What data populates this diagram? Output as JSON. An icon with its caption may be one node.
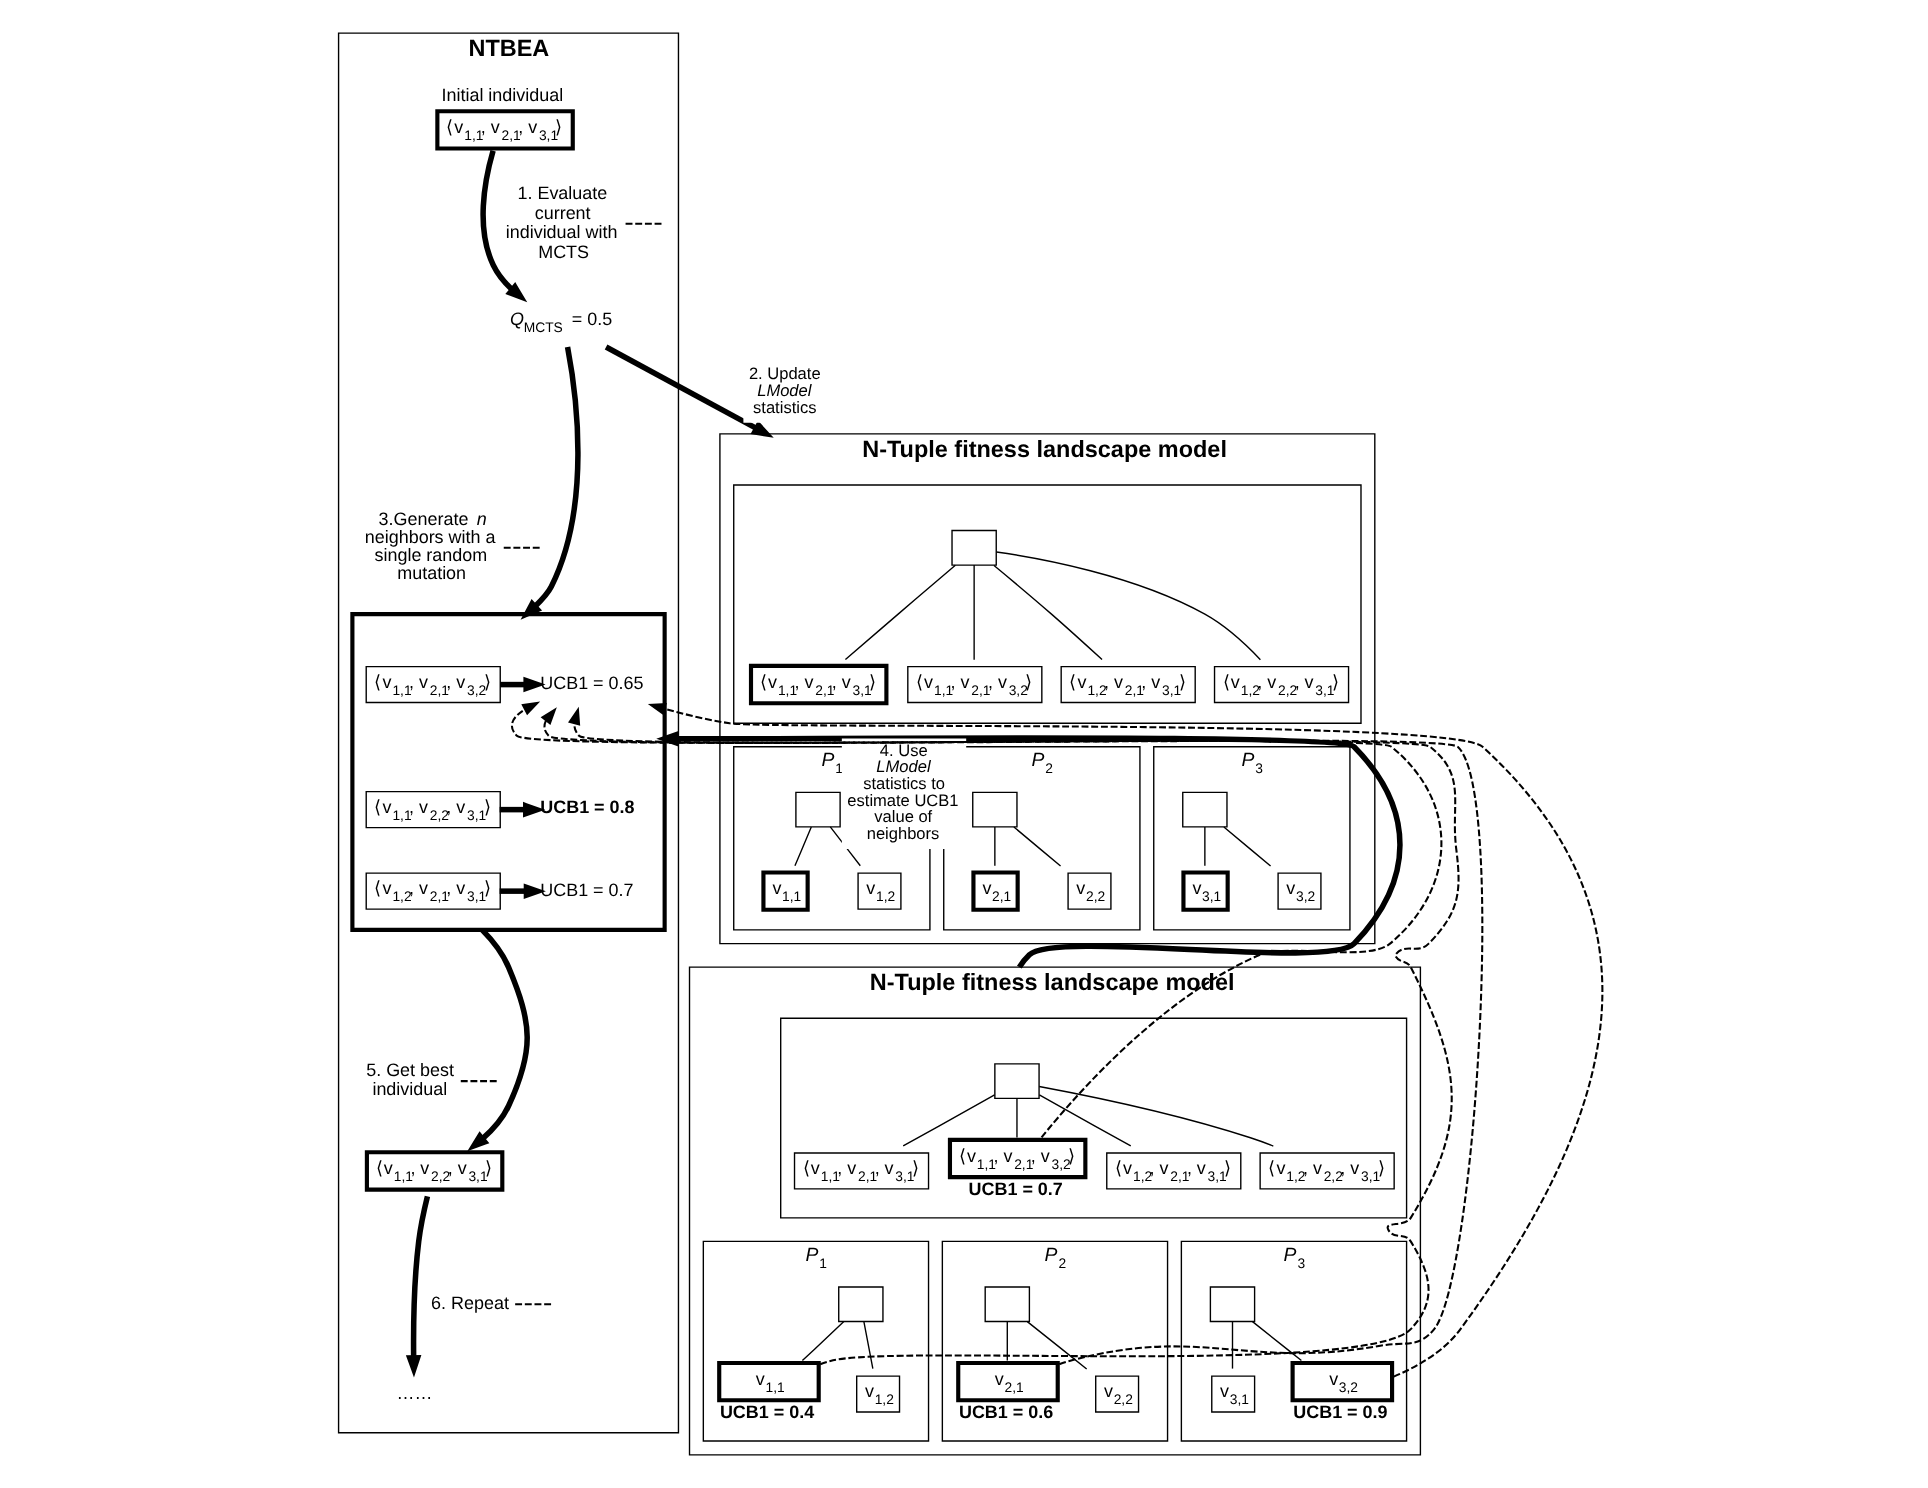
{
  "diagram": {
    "nodes": [
      {
        "text": [
          "NTBEA"
        ]
      },
      {
        "text": [
          "Initial individual",
          "⟨v$_{1,1}$, v$_{2,1}$, v$_{3,1}$⟩"
        ],
        "in": 0
      },
      {
        "text": [
          "1. Evaluate current individual with MCTS"
        ],
        "in": 0
      },
      {
        "text": [
          "*Q*$_{MCTS}$ = 0.5"
        ],
        "in": 0
      },
      {
        "text": [
          "3.Generate *n* neighbors with a single random mutation"
        ],
        "in": 0
      },
      {
        "text": [],
        "shape": "box",
        "in": 0
      },
      {
        "text": [
          "⟨v$_{1,1}$, v$_{2,1}$, v$_{3,2}$⟩"
        ],
        "in": 5
      },
      {
        "text": [
          "UCB1 = 0.65"
        ],
        "in": 5
      },
      {
        "text": [
          "⟨v$_{1,1}$, v$_{2,2}$, v$_{3,1}$⟩"
        ],
        "in": 5
      },
      {
        "text": [
          "UCB1 = 0.8"
        ],
        "in": 5
      },
      {
        "text": [
          "⟨v$_{1,2}$, v$_{2,1}$, v$_{3,1}$⟩"
        ],
        "in": 5
      },
      {
        "text": [
          "UCB1 = 0.7"
        ],
        "in": 5
      },
      {
        "text": [
          "5. Get best individual"
        ],
        "in": 0
      },
      {
        "text": [
          "⟨v$_{1,1}$, v$_{2,2}$, v$_{3,1}$⟩"
        ],
        "in": 0
      },
      {
        "text": [
          "6. Repeat"
        ],
        "in": 0
      },
      {
        "text": [
          "……"
        ],
        "in": 0
      },
      {
        "text": [
          "N-Tuple fitness landscape model"
        ]
      },
      {
        "text": [],
        "shape": "box",
        "in": 16
      },
      {
        "text": [],
        "shape": "box",
        "in": 17
      },
      {
        "text": [
          "⟨v$_{1,1}$, v$_{2,1}$, v$_{3,1}$⟩"
        ],
        "in": 17
      },
      {
        "text": [
          "⟨v$_{1,2}$, v$_{2,2}$, v$_{3,1}$⟩"
        ],
        "in": 17
      },
      {
        "text": [
          "⟨v$_{1,1}$, v$_{2,1}$, v$_{3,2}$⟩"
        ],
        "in": 17
      },
      {
        "text": [
          "⟨v$_{1,2}$, v$_{2,1}$, v$_{3,1}$⟩"
        ],
        "in": 17
      },
      {
        "text": [
          "*P*$_{1}$"
        ],
        "in": 16
      },
      {
        "text": [],
        "shape": "box",
        "in": 23
      },
      {
        "text": [
          "v$_{1,1}$"
        ],
        "in": 23
      },
      {
        "text": [
          "v$_{1,2}$"
        ],
        "in": 23
      },
      {
        "text": [
          "*P*$_{2}$"
        ],
        "in": 16
      },
      {
        "text": [],
        "shape": "box",
        "in": 27
      },
      {
        "text": [
          "v$_{2,1}$"
        ],
        "in": 27
      },
      {
        "text": [
          "v$_{2,2}$"
        ],
        "in": 27
      },
      {
        "text": [
          "*P*$_{3}$"
        ],
        "in": 16
      },
      {
        "text": [],
        "shape": "box",
        "in": 31
      },
      {
        "text": [
          "v$_{3,1}$"
        ],
        "in": 31
      },
      {
        "text": [
          "v$_{3,2}$"
        ],
        "in": 31
      },
      {
        "text": [
          "N-Tuple fitness landscape model"
        ]
      },
      {
        "text": [],
        "shape": "box",
        "in": 35
      },
      {
        "text": [],
        "shape": "box",
        "in": 36
      },
      {
        "text": [
          "⟨v$_{1,1}$, v$_{2,1}$, v$_{3,1}$⟩"
        ],
        "in": 36
      },
      {
        "text": [
          "⟨v$_{1,2}$, v$_{2,2}$, v$_{3,1}$⟩"
        ],
        "in": 36
      },
      {
        "text": [
          "⟨v$_{1,1}$, v$_{2,1}$, v$_{3,2}$⟩"
        ],
        "in": 36,
        "beside": [
          "UCB1 = 0.7"
        ]
      },
      {
        "text": [
          "⟨v$_{1,2}$, v$_{2,1}$, v$_{3,1}$⟩"
        ],
        "in": 36
      },
      {
        "text": [
          "*P*$_{1}$"
        ],
        "in": 35
      },
      {
        "text": [],
        "shape": "box",
        "in": 42
      },
      {
        "text": [
          "v$_{1,1}$"
        ],
        "in": 42,
        "beside": [
          "UCB1 = 0.4"
        ]
      },
      {
        "text": [
          "v$_{1,2}$"
        ],
        "in": 42
      },
      {
        "text": [
          "*P*$_{2}$"
        ],
        "in": 35
      },
      {
        "text": [],
        "shape": "box",
        "in": 46
      },
      {
        "text": [
          "v$_{2,1}$"
        ],
        "in": 46,
        "beside": [
          "UCB1 = 0.6"
        ]
      },
      {
        "text": [
          "v$_{2,2}$"
        ],
        "in": 46
      },
      {
        "text": [
          "*P*$_{3}$"
        ],
        "in": 35
      },
      {
        "text": [],
        "shape": "box",
        "in": 50
      },
      {
        "text": [
          "v$_{3,1}$"
        ],
        "in": 50
      },
      {
        "text": [
          "v$_{3,2}$"
        ],
        "in": 50,
        "beside": [
          "UCB1 = 0.9"
        ]
      }
    ],
    "edges": [
      {
        "from": 1,
        "to": 3,
        "arrow": "to",
        "style": "thick"
      },
      {
        "from": 2,
        "to": null,
        "arrow": "none",
        "style": "dashed"
      },
      {
        "from": 3,
        "to": 5,
        "arrow": "to",
        "style": "thick"
      },
      {
        "from": 4,
        "to": null,
        "arrow": "none",
        "style": "dashed"
      },
      {
        "from": 6,
        "to": 7,
        "arrow": "to",
        "style": "thick"
      },
      {
        "from": 8,
        "to": 9,
        "arrow": "to",
        "style": "thick"
      },
      {
        "from": 10,
        "to": 11,
        "arrow": "to",
        "style": "thick"
      },
      {
        "from": 5,
        "to": 13,
        "arrow": "to",
        "style": "thick"
      },
      {
        "from": 12,
        "to": null,
        "arrow": "none",
        "style": "dashed"
      },
      {
        "from": 13,
        "to": 15,
        "arrow": "to",
        "style": "thick"
      },
      {
        "from": 14,
        "to": null,
        "arrow": "none",
        "style": "dashed"
      },
      {
        "from": 3,
        "to": 16,
        "arrow": "to",
        "style": "thick",
        "label": "2. Update *LModel* statistics"
      },
      {
        "from": 18,
        "to": 19,
        "arrow": "none"
      },
      {
        "from": 18,
        "to": 21,
        "arrow": "none"
      },
      {
        "from": 18,
        "to": 22,
        "arrow": "none"
      },
      {
        "from": 18,
        "to": 20,
        "arrow": "none"
      },
      {
        "from": 24,
        "to": 25,
        "arrow": "none"
      },
      {
        "from": 24,
        "to": 26,
        "arrow": "none"
      },
      {
        "from": 28,
        "to": 29,
        "arrow": "none"
      },
      {
        "from": 28,
        "to": 30,
        "arrow": "none"
      },
      {
        "from": 32,
        "to": 33,
        "arrow": "none"
      },
      {
        "from": 32,
        "to": 34,
        "arrow": "none"
      },
      {
        "from": 37,
        "to": 38,
        "arrow": "none"
      },
      {
        "from": 37,
        "to": 40,
        "arrow": "none"
      },
      {
        "from": 37,
        "to": 41,
        "arrow": "none"
      },
      {
        "from": 37,
        "to": 39,
        "arrow": "none"
      },
      {
        "from": 43,
        "to": 44,
        "arrow": "none"
      },
      {
        "from": 43,
        "to": 45,
        "arrow": "none"
      },
      {
        "from": 47,
        "to": 48,
        "arrow": "none"
      },
      {
        "from": 47,
        "to": 49,
        "arrow": "none"
      },
      {
        "from": 51,
        "to": 52,
        "arrow": "none"
      },
      {
        "from": 51,
        "to": 53,
        "arrow": "none"
      },
      {
        "from": 35,
        "to": 5,
        "arrow": "to",
        "style": "thick",
        "label": "4. Use *LModel* statistics to estimate UCB1 value of neighbors"
      },
      {
        "from": 44,
        "to": 7,
        "arrow": "to",
        "style": "dashed"
      },
      {
        "from": 40,
        "to": 7,
        "arrow": "to",
        "style": "dashed"
      },
      {
        "from": 48,
        "to": 7,
        "arrow": "to",
        "style": "dashed"
      },
      {
        "from": 53,
        "to": 7,
        "arrow": "to",
        "style": "dashed"
      }
    ]
  }
}
